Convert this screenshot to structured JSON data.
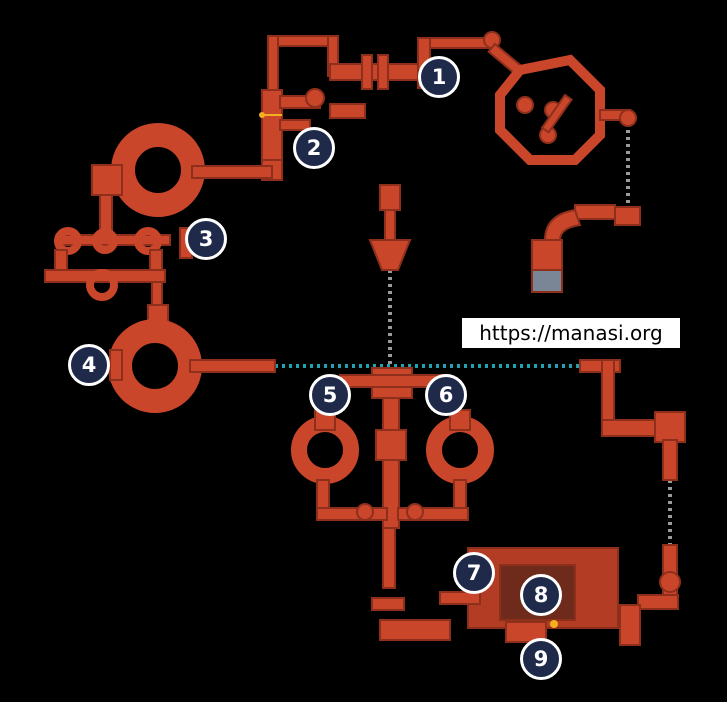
{
  "map": {
    "colors": {
      "pipe": "#c9462b",
      "pipe_dark": "#8e2f1c",
      "background": "#000000",
      "dotted_gray": "#9a9a9a",
      "dotted_teal": "#1fa3b0",
      "marker_fill": "#1f2a4a",
      "marker_border": "#ffffff",
      "highlight": "#f2b01e"
    },
    "markers": [
      {
        "label": "1"
      },
      {
        "label": "2"
      },
      {
        "label": "3"
      },
      {
        "label": "4"
      },
      {
        "label": "5"
      },
      {
        "label": "6"
      },
      {
        "label": "7"
      },
      {
        "label": "8"
      },
      {
        "label": "9"
      }
    ]
  },
  "watermark": {
    "text": "https://manasi.org"
  }
}
